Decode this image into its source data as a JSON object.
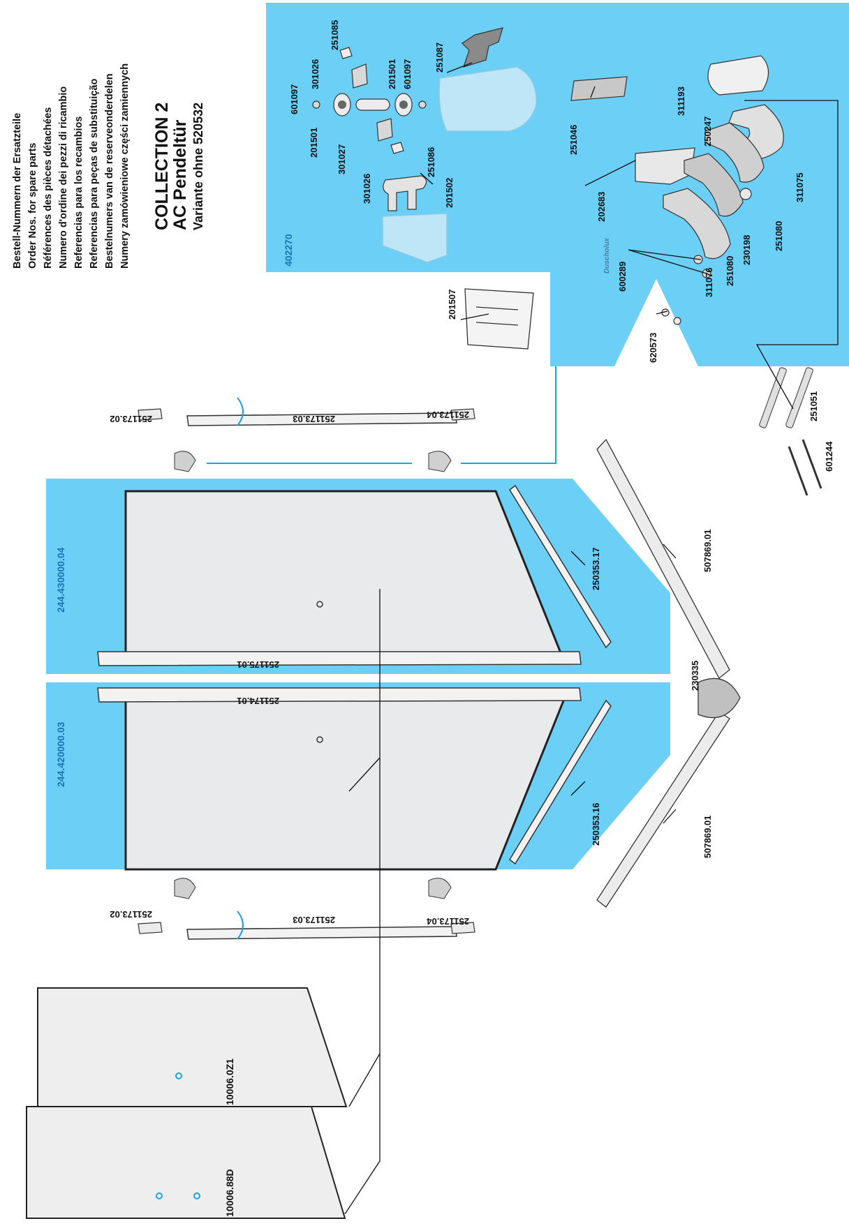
{
  "header": {
    "lines": [
      "Bestell-Nummern der Ersatzteile",
      "Order Nos. for spare parts",
      "Références des pièces détachées",
      "Numero d'ordine dei pezzi di ricambio",
      "Referencias para los recambios",
      "Referencias para peças de substituição",
      "Bestelnumers van de reserveonderdelen",
      "Numery zamówieniowe części zamiennych"
    ],
    "title_line1": "COLLECTION  2",
    "title_line2": "AC Pendeltür",
    "variant": "Variante ohne 520532"
  },
  "kits": {
    "fittings": "402270",
    "door_left": "244.430000.04",
    "door_right": "244.420000.03"
  },
  "brand_mark": "Duscholux",
  "parts": {
    "p601097a": "601097",
    "p201501a": "201501",
    "p301026a": "301026",
    "p301027": "301027",
    "p301026b": "301026",
    "p251085": "251085",
    "p201501b": "201501",
    "p601097b": "601097",
    "p251087": "251087",
    "p251086": "251086",
    "p201502": "201502",
    "p251046": "251046",
    "p202683": "202683",
    "p311193": "311193",
    "p250247": "250247",
    "p311075": "311075",
    "p230198": "230198",
    "p251080a": "251080",
    "p251080b": "251080",
    "p311076": "311076",
    "p600289": "600289",
    "p201507": "201507",
    "p620573": "620573",
    "p251051": "251051",
    "p601244": "601244",
    "p251173_02a": "251173.02",
    "p251173_03a": "251173.03",
    "p251173_04a": "251173.04",
    "p250353_17": "250353.17",
    "p251175_01": "251175.01",
    "p251174_01": "251174.01",
    "p250353_16": "250353.16",
    "p507869_01a": "507869.01",
    "p507869_01b": "507869.01",
    "p230335": "230335",
    "p251173_02b": "251173.02",
    "p251173_03b": "251173.03",
    "p251173_04b": "251173.04",
    "p10006_0Z1": "10006.0Z1",
    "p10006_88D": "10006.88D"
  },
  "colors": {
    "kit_blue": "#6ccff6",
    "kit_label_blue": "#1aa3e0",
    "ink": "#111111"
  }
}
